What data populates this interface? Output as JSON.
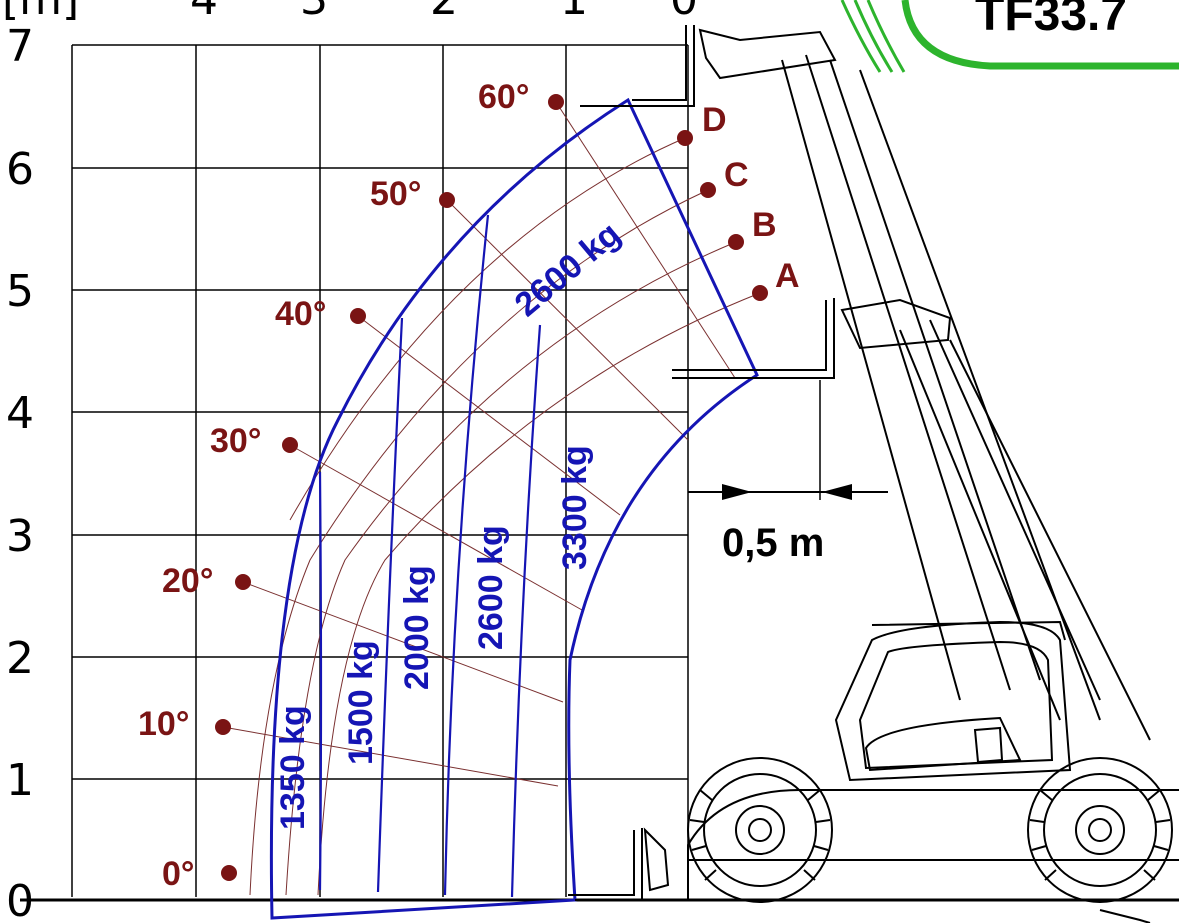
{
  "model_label": "TF33.7",
  "top_axis_ticks": [
    "[m]",
    "4",
    "3",
    "2",
    "1",
    "0"
  ],
  "height_axis_ticks": [
    "0",
    "1",
    "2",
    "3",
    "4",
    "5",
    "6",
    "7"
  ],
  "angles": [
    "0°",
    "10°",
    "20°",
    "30°",
    "40°",
    "50°",
    "60°"
  ],
  "positions": [
    "A",
    "B",
    "C",
    "D"
  ],
  "load_zones": [
    "1350 kg",
    "1500 kg",
    "2000 kg",
    "2600 kg",
    "3300 kg",
    "2600 kg"
  ],
  "dimension_label": "0,5 m",
  "colors": {
    "grid": "#000000",
    "angle": "#7a1414",
    "zone": "#1515b4",
    "brand": "#2db42d"
  },
  "icons": [
    "telehandler-machine-icon",
    "fork-carriage-icon"
  ]
}
